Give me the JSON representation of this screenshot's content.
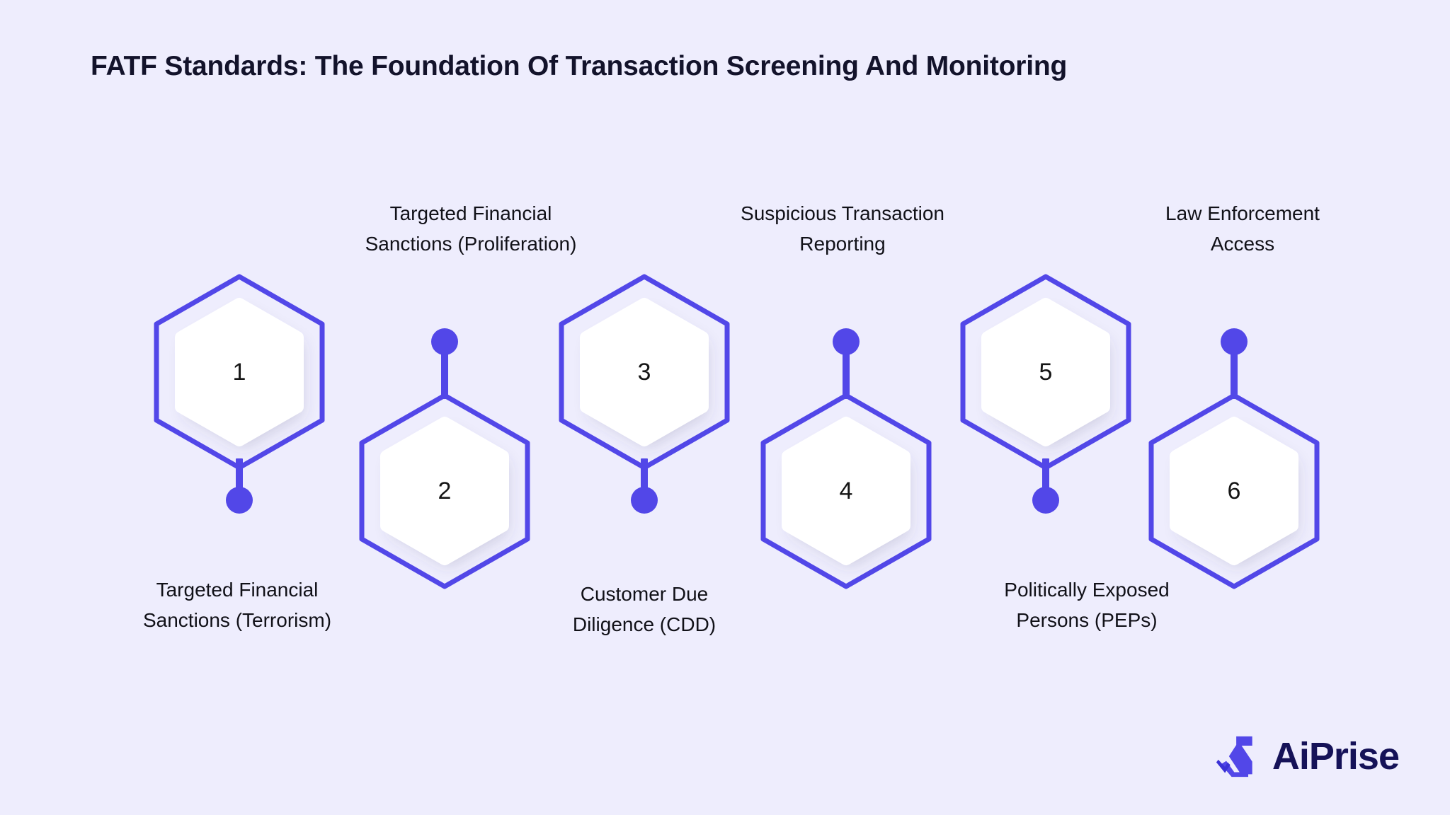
{
  "page": {
    "background_color": "#eeedfd",
    "title": "FATF Standards: The Foundation Of Transaction Screening And Monitoring"
  },
  "theme": {
    "accent": "#5247e8",
    "hex_fill": "#ffffff",
    "title_color": "#13132b",
    "caption_color": "#111118",
    "logo_text_color": "#151258",
    "logo_mark_color": "#5247e8"
  },
  "nodes": [
    {
      "number": "1",
      "label": "Targeted Financial\nSanctions (Terrorism)",
      "label_line1": "Targeted Financial",
      "label_line2": "Sanctions (Terrorism)",
      "position": "up",
      "caption_side": "below"
    },
    {
      "number": "2",
      "label": "Targeted Financial\nSanctions (Proliferation)",
      "label_line1": "Targeted Financial",
      "label_line2": "Sanctions (Proliferation)",
      "position": "down",
      "caption_side": "above"
    },
    {
      "number": "3",
      "label": "Customer Due\nDiligence (CDD)",
      "label_line1": "Customer Due",
      "label_line2": "Diligence (CDD)",
      "position": "up",
      "caption_side": "below"
    },
    {
      "number": "4",
      "label": "Suspicious Transaction\nReporting",
      "label_line1": "Suspicious Transaction",
      "label_line2": "Reporting",
      "position": "down",
      "caption_side": "above"
    },
    {
      "number": "5",
      "label": "Politically Exposed\nPersons (PEPs)",
      "label_line1": "Politically Exposed",
      "label_line2": "Persons (PEPs)",
      "position": "up",
      "caption_side": "below"
    },
    {
      "number": "6",
      "label": "Law Enforcement\nAccess",
      "label_line1": "Law Enforcement",
      "label_line2": "Access",
      "position": "down",
      "caption_side": "above"
    }
  ],
  "logo": {
    "name": "AiPrise",
    "mark": "aiprise-logo-mark"
  }
}
